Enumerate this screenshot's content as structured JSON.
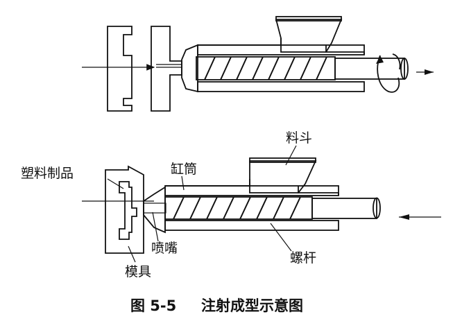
{
  "labels": {
    "hopper": "料斗",
    "barrel": "缸筒",
    "plastic_product": "塑料制品",
    "nozzle": "喷嘴",
    "screw": "螺杆",
    "mold": "模具"
  },
  "caption": {
    "figure_number": "图 5-5",
    "title": "注射成型示意图"
  },
  "colors": {
    "ink": "#111111",
    "paper": "#ffffff",
    "hatch_fill": "#ffffff",
    "plastic_dark": "#2a2a2a",
    "plastic_granular": "#555555"
  },
  "icons": {
    "rotation_arrow": "rotation-arrow-icon",
    "axis_arrow": "axis-arrow-icon"
  }
}
